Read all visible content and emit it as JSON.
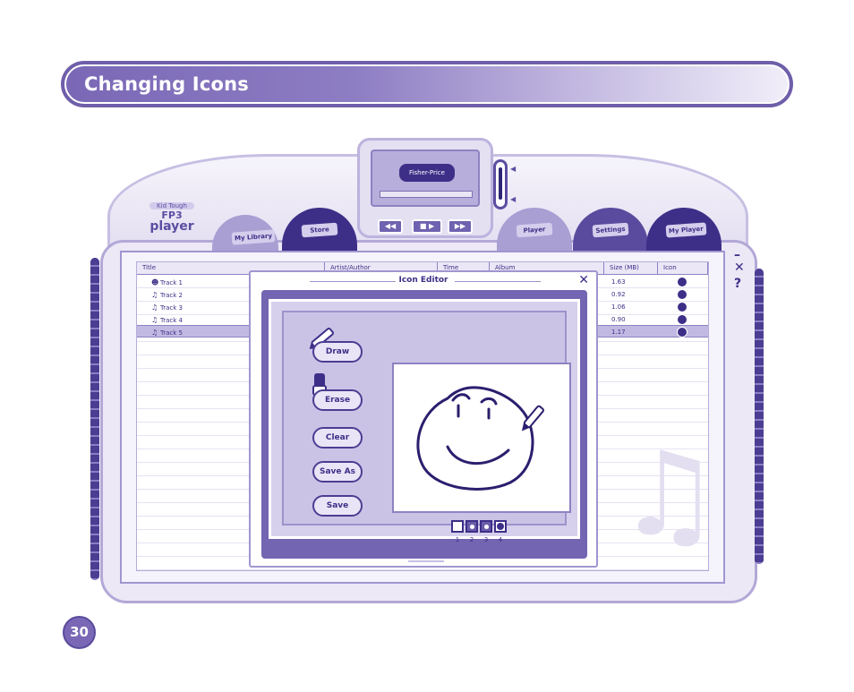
{
  "section_header": {
    "title": "Changing Icons"
  },
  "player": {
    "brand_small": "Kid Tough",
    "brand_mid": "FP3",
    "brand_big": "player",
    "display_logo": "Fisher-Price",
    "transport": {
      "prev": "◀◀",
      "play_pause": "■ ▶",
      "next": "▶▶"
    },
    "tabs": [
      {
        "label": "My Library",
        "icon": "library-icon"
      },
      {
        "label": "Store",
        "icon": "store-icon"
      },
      {
        "label": "Player",
        "icon": "player-icon"
      },
      {
        "label": "Settings",
        "icon": "settings-icon"
      },
      {
        "label": "My Player",
        "icon": "my-player-icon"
      }
    ],
    "window_controls": {
      "minimize": "–",
      "close": "✕",
      "help": "?"
    }
  },
  "track_list": {
    "columns": [
      "Title",
      "Artist/Author",
      "Time",
      "Album",
      "Size (MB)",
      "Icon"
    ],
    "rows": [
      {
        "title": "Track 1",
        "size": "1.63"
      },
      {
        "title": "Track 2",
        "size": "0.92"
      },
      {
        "title": "Track 3",
        "size": "1.06"
      },
      {
        "title": "Track 4",
        "size": "0.90",
        "selected": true
      },
      {
        "title": "Track 5",
        "size": "1.17"
      }
    ]
  },
  "icon_editor": {
    "title": "Icon Editor",
    "close": "✕",
    "buttons": {
      "draw": "Draw",
      "erase": "Erase",
      "clear": "Clear",
      "save_as": "Save As",
      "save": "Save"
    },
    "slot_numbers": [
      "1",
      "2",
      "3",
      "4"
    ]
  },
  "page_number": "30",
  "colors": {
    "accent": "#6f5ea9",
    "dark": "#3d2f88",
    "light": "#ece8f6"
  }
}
